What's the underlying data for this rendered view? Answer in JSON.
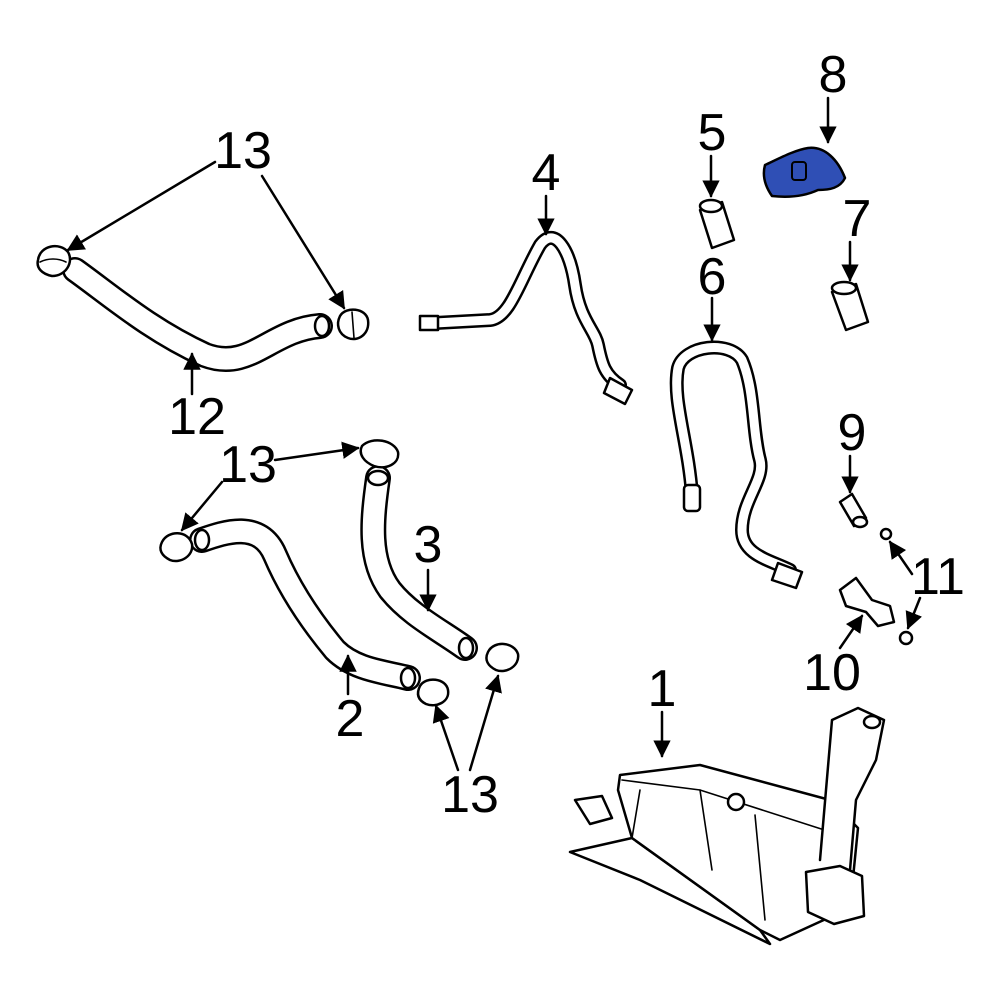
{
  "callouts": {
    "c1": "1",
    "c2": "2",
    "c3": "3",
    "c4": "4",
    "c5": "5",
    "c6": "6",
    "c7": "7",
    "c8": "8",
    "c9": "9",
    "c10": "10",
    "c11": "11",
    "c12": "12",
    "c13_top": "13",
    "c13_mid": "13",
    "c13_bottom": "13"
  },
  "colors": {
    "highlight_part": "#2f4fb5",
    "line": "#000000",
    "background": "#ffffff"
  },
  "highlighted_part": "8"
}
